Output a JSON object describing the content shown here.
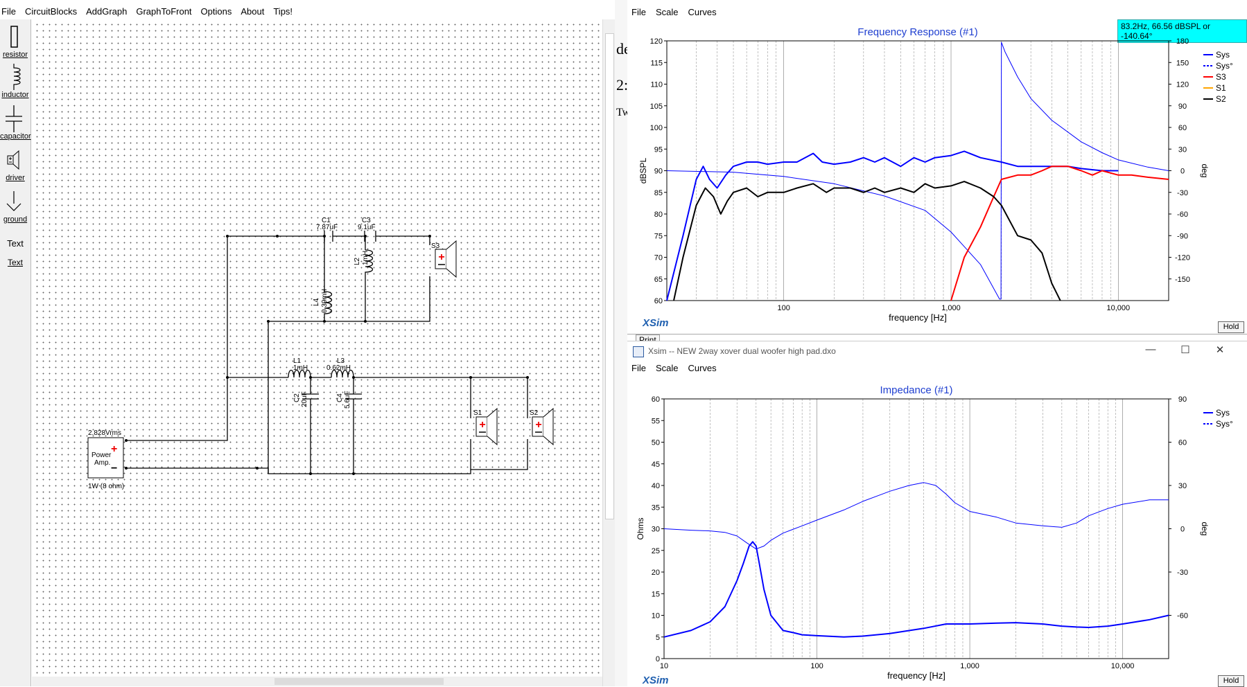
{
  "left_menu": [
    "File",
    "CircuitBlocks",
    "AddGraph",
    "GraphToFront",
    "Options",
    "About",
    "Tips!"
  ],
  "palette": [
    {
      "label": "resistor",
      "icon": "resistor-icon"
    },
    {
      "label": "inductor",
      "icon": "inductor-icon"
    },
    {
      "label": "capacitor",
      "icon": "capacitor-icon"
    },
    {
      "label": "driver",
      "icon": "driver-icon"
    },
    {
      "label": "ground",
      "icon": "ground-icon"
    },
    {
      "label": "Text",
      "icon": "text-tool"
    },
    {
      "label": "Text",
      "icon": "text-tool"
    }
  ],
  "circuit": {
    "components": [
      {
        "id": "C1",
        "value": "7.87uF"
      },
      {
        "id": "C3",
        "value": "9.1uF"
      },
      {
        "id": "L2",
        "value": "1mH"
      },
      {
        "id": "L4",
        "value": "0.39mH"
      },
      {
        "id": "L1",
        "value": "1mH"
      },
      {
        "id": "L3",
        "value": "0.62mH"
      },
      {
        "id": "C2",
        "value": "20uF"
      },
      {
        "id": "C4",
        "value": "5.6uF"
      }
    ],
    "drivers": [
      "S3",
      "S1",
      "S2"
    ],
    "amp": {
      "voltage": "2.828Vrms",
      "label1": "Power",
      "label2": "Amp.",
      "power": "1W (8 ohm)",
      "plus": "+",
      "minus": "−"
    }
  },
  "background_doc_letters": [
    "de",
    "2:",
    "Tw"
  ],
  "fr_window": {
    "menu": [
      "File",
      "Scale",
      "Curves"
    ],
    "readout": "83.2Hz, 66.56 dBSPL or -140.64°",
    "hold": "Hold",
    "print": "Print",
    "xsim": "XSim",
    "chart_data": {
      "type": "line",
      "title": "Frequency Response (#1)",
      "xlabel": "frequency [Hz]",
      "ylabel": "dBSPL",
      "y2label": "deg",
      "xscale": "log",
      "xlim": [
        20,
        20000
      ],
      "ylim": [
        60,
        120
      ],
      "y2lim": [
        -180,
        180
      ],
      "xticks": [
        "100",
        "1,000",
        "10,000"
      ],
      "yticks": [
        "60",
        "65",
        "70",
        "75",
        "80",
        "85",
        "90",
        "95",
        "100",
        "105",
        "110",
        "115",
        "120"
      ],
      "y2ticks": [
        "-150",
        "-120",
        "-90",
        "-60",
        "-30",
        "0",
        "30",
        "60",
        "90",
        "120",
        "150",
        "180"
      ],
      "grid": true,
      "legend_position": "top-right",
      "series": [
        {
          "name": "Sys",
          "color": "#0000ff",
          "style": "solid",
          "axis": "left",
          "x": [
            20,
            25,
            30,
            33,
            36,
            40,
            45,
            50,
            60,
            70,
            80,
            100,
            120,
            150,
            170,
            200,
            250,
            300,
            350,
            400,
            500,
            600,
            700,
            800,
            1000,
            1200,
            1500,
            2000,
            2500,
            3000,
            4000,
            5000,
            6000,
            8000,
            10000
          ],
          "y": [
            60,
            75,
            88,
            91,
            88,
            86,
            89,
            91,
            92,
            92,
            91.5,
            92,
            92,
            94,
            92,
            91.5,
            92,
            93,
            92,
            93,
            91,
            93,
            92,
            93,
            93.5,
            94.5,
            93,
            92,
            91,
            91,
            91,
            91,
            90.5,
            90,
            90
          ]
        },
        {
          "name": "Sys°",
          "color": "#0000ff",
          "style": "dashed",
          "axis": "right",
          "x": [
            20,
            50,
            100,
            200,
            400,
            700,
            1000,
            1500,
            1950,
            1990,
            2000,
            2100,
            2500,
            3000,
            4000,
            6000,
            8000,
            10000,
            15000,
            20000
          ],
          "y": [
            0,
            -2,
            -8,
            -18,
            -35,
            -55,
            -85,
            -130,
            -178,
            -178,
            178,
            165,
            130,
            100,
            70,
            40,
            25,
            15,
            5,
            0
          ]
        },
        {
          "name": "S3",
          "color": "#ff0000",
          "style": "solid",
          "axis": "left",
          "x": [
            1000,
            1200,
            1500,
            1800,
            2000,
            2500,
            3000,
            3500,
            4000,
            5000,
            6000,
            7000,
            8000,
            10000,
            12000,
            15000,
            20000
          ],
          "y": [
            60,
            70,
            77,
            84,
            88,
            89,
            89,
            90,
            91,
            91,
            90,
            89,
            90,
            89,
            89,
            88.5,
            88
          ]
        },
        {
          "name": "S1",
          "color": "#ffa500",
          "style": "solid",
          "axis": "left",
          "x": [],
          "y": []
        },
        {
          "name": "S2",
          "color": "#000000",
          "style": "solid",
          "axis": "left",
          "x": [
            22,
            25,
            30,
            34,
            38,
            42,
            46,
            50,
            60,
            70,
            80,
            100,
            120,
            150,
            180,
            200,
            250,
            300,
            350,
            400,
            500,
            600,
            700,
            800,
            1000,
            1200,
            1500,
            1800,
            2000,
            2500,
            3000,
            3500,
            4000,
            4500
          ],
          "y": [
            60,
            70,
            82,
            86,
            84,
            80,
            83,
            85,
            86,
            84,
            85,
            85,
            86,
            87,
            85,
            86,
            86,
            85,
            86,
            85,
            86,
            85,
            87,
            86,
            86.5,
            87.5,
            86,
            84,
            82,
            75,
            74,
            71,
            64,
            60
          ]
        }
      ]
    }
  },
  "imp_window": {
    "title": "Xsim -- NEW 2way xover dual woofer high pad.dxo",
    "menu": [
      "File",
      "Scale",
      "Curves"
    ],
    "hold": "Hold",
    "xsim": "XSim",
    "winbtns": [
      "—",
      "☐",
      "✕"
    ],
    "chart_data": {
      "type": "line",
      "title": "Impedance (#1)",
      "xlabel": "frequency [Hz]",
      "ylabel": "Ohms",
      "y2label": "deg",
      "xscale": "log",
      "xlim": [
        10,
        20000
      ],
      "ylim": [
        0,
        60
      ],
      "y2lim": [
        -90,
        90
      ],
      "xticks": [
        "10",
        "100",
        "1,000",
        "10,000"
      ],
      "yticks": [
        "0",
        "5",
        "10",
        "15",
        "20",
        "25",
        "30",
        "35",
        "40",
        "45",
        "50",
        "55",
        "60"
      ],
      "y2ticks": [
        "-60",
        "-30",
        "0",
        "30",
        "60",
        "90"
      ],
      "grid": true,
      "legend_position": "top-right",
      "series": [
        {
          "name": "Sys",
          "color": "#0000ff",
          "style": "solid",
          "axis": "left",
          "x": [
            10,
            15,
            20,
            25,
            30,
            33,
            36,
            38,
            40,
            42,
            45,
            50,
            60,
            70,
            80,
            100,
            150,
            200,
            300,
            500,
            700,
            1000,
            1500,
            2000,
            3000,
            4000,
            5000,
            6000,
            8000,
            10000,
            15000,
            20000
          ],
          "y": [
            5,
            6.5,
            8.5,
            12,
            18,
            22,
            26,
            27,
            26,
            22,
            16,
            10,
            6.5,
            6,
            5.5,
            5.3,
            5,
            5.2,
            5.8,
            7,
            8,
            8,
            8.2,
            8.3,
            8,
            7.5,
            7.3,
            7.2,
            7.5,
            8,
            9,
            10
          ]
        },
        {
          "name": "Sys°",
          "color": "#0000ff",
          "style": "dashed",
          "axis": "right",
          "x": [
            10,
            15,
            20,
            25,
            30,
            35,
            40,
            45,
            50,
            60,
            80,
            100,
            150,
            200,
            300,
            400,
            500,
            600,
            700,
            800,
            1000,
            1500,
            2000,
            3000,
            4000,
            5000,
            6000,
            8000,
            10000,
            15000,
            20000
          ],
          "y": [
            0,
            -1,
            -1.5,
            -2.5,
            -5,
            -10,
            -14,
            -12,
            -8,
            -3,
            2,
            6,
            13,
            19,
            26,
            30,
            32,
            30,
            24,
            18,
            12,
            8,
            4,
            2,
            1,
            4,
            9,
            14,
            17,
            20,
            20
          ]
        }
      ]
    }
  }
}
